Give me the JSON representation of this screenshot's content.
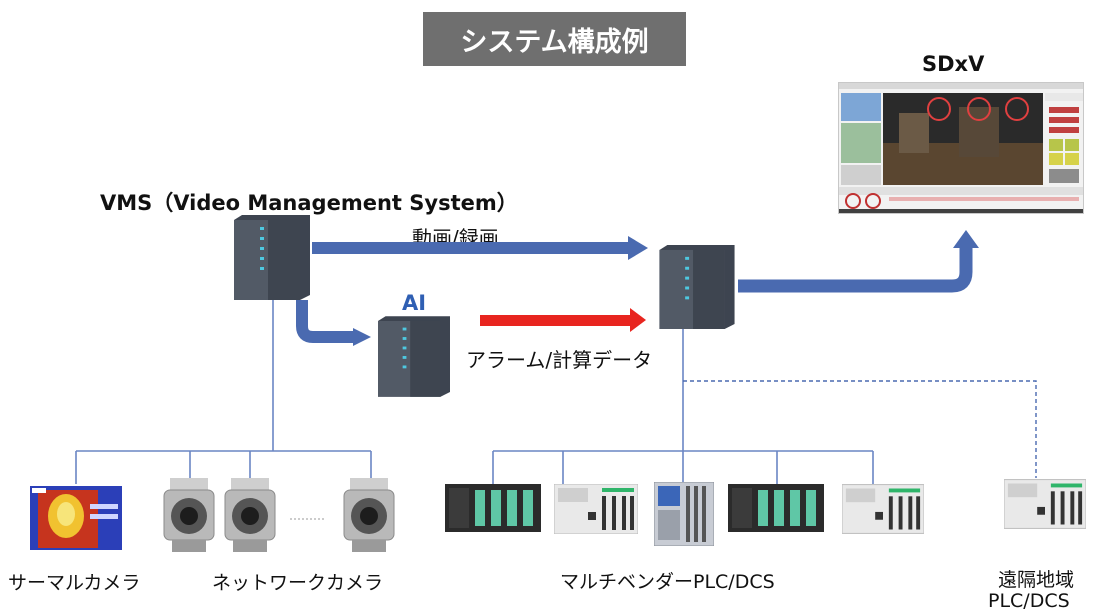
{
  "title": "システム構成例",
  "vms_label": "VMS（Video Management System）",
  "sdxv_label": "SDxV",
  "ai_label": "AI",
  "video_label": "動画/録画",
  "alarm_label": "アラーム/計算データ",
  "captions": {
    "thermal": "サーマルカメラ",
    "network": "ネットワークカメラ",
    "plc": "マルチベンダーPLC/DCS",
    "remote_line1": "遠隔地域",
    "remote_line2": "PLC/DCS"
  },
  "colors": {
    "title_bg": "#6f6f6f",
    "blue_arrow": "#4a6ab0",
    "red_arrow": "#e8251f",
    "ai_text": "#2f5fb3",
    "line": "#6a86c4"
  },
  "icons": {
    "server": "server-tower-icon",
    "camera": "dome-camera-icon",
    "thermal": "thermal-camera-icon",
    "plc": "plc-module-icon",
    "screen": "dashboard-screenshot"
  }
}
